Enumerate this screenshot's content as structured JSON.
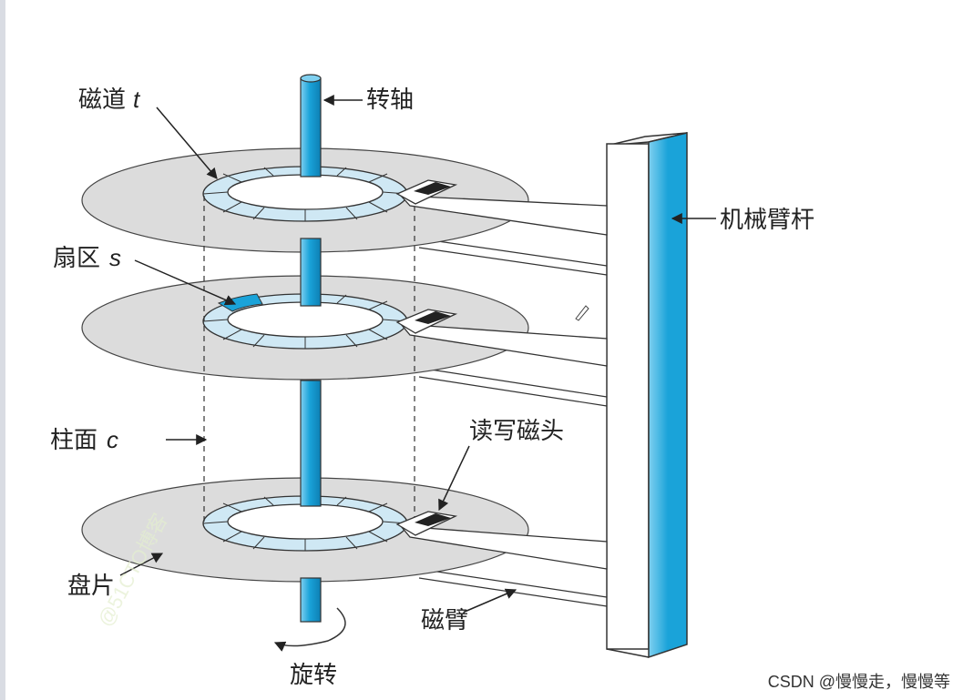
{
  "labels": {
    "track": "磁道",
    "track_var": "t",
    "spindle": "转轴",
    "sector": "扇区",
    "sector_var": "s",
    "cylinder": "柱面",
    "cylinder_var": "c",
    "arm_assembly": "机械臂杆",
    "read_write_head": "读写磁头",
    "platter": "盘片",
    "arm": "磁臂",
    "rotation": "旋转"
  },
  "watermark": "CSDN @慢慢走，慢慢等",
  "watermark_faint": "@51CTO博客",
  "colors": {
    "spindle": "#1aa3d9",
    "platter": "#dcdcdc",
    "track": "#cfe8f4",
    "sector_highlight": "#1aa3d9",
    "arm_bar_blue": "#1aa3d9"
  }
}
